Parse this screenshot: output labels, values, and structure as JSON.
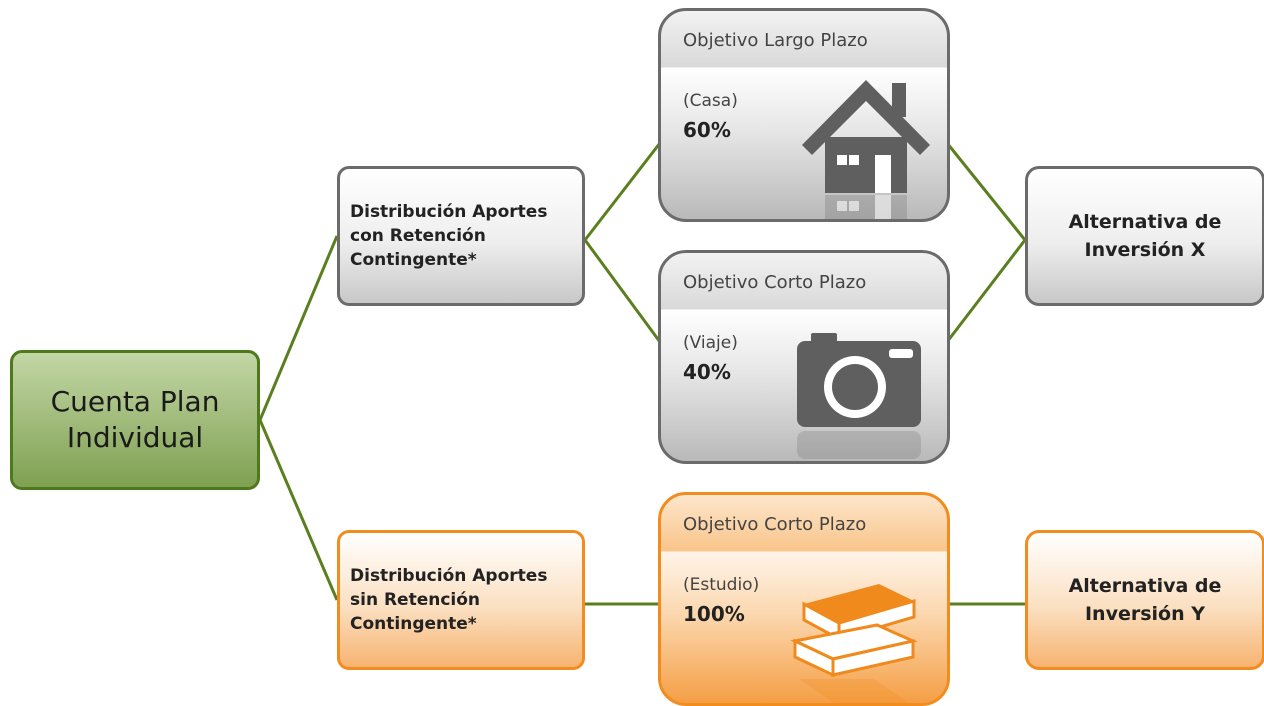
{
  "root": {
    "line1": "Cuenta Plan",
    "line2": "Individual"
  },
  "dist_con": {
    "line1": "Distribución Aportes",
    "line2": "con Retención",
    "line3": "Contingente*"
  },
  "dist_sin": {
    "line1": "Distribución Aportes",
    "line2": "sin Retención",
    "line3": "Contingente*"
  },
  "obj_largo": {
    "title": "Objetivo Largo Plazo",
    "sub": "(Casa)",
    "pct": "60%",
    "icon": "house-icon"
  },
  "obj_corto_viaje": {
    "title": "Objetivo Corto Plazo",
    "sub": "(Viaje)",
    "pct": "40%",
    "icon": "camera-icon"
  },
  "obj_corto_estudio": {
    "title": "Objetivo Corto Plazo",
    "sub": "(Estudio)",
    "pct": "100%",
    "icon": "books-icon"
  },
  "alt_x": {
    "line1": "Alternativa de",
    "line2": "Inversión X"
  },
  "alt_y": {
    "line1": "Alternativa de",
    "line2": "Inversión Y"
  },
  "colors": {
    "connector": "#5a7f1f",
    "gray_border": "#6b6b6b",
    "orange_border": "#f28c1f",
    "green_border": "#4e7a1c"
  }
}
